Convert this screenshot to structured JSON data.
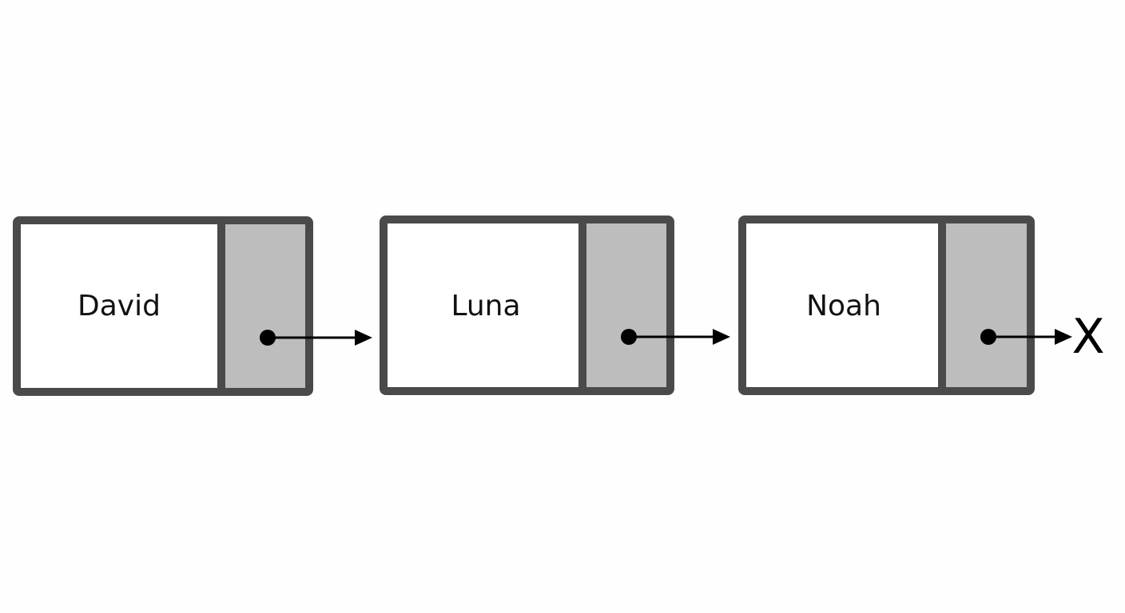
{
  "diagram": {
    "type": "linked-list",
    "nodes": [
      {
        "value": "David"
      },
      {
        "value": "Luna"
      },
      {
        "value": "Noah"
      }
    ],
    "null_terminator": "X"
  },
  "colors": {
    "border": "#4a4a4a",
    "data_cell": "#ffffff",
    "pointer_cell": "#bdbdbd",
    "arrow": "#000000"
  }
}
